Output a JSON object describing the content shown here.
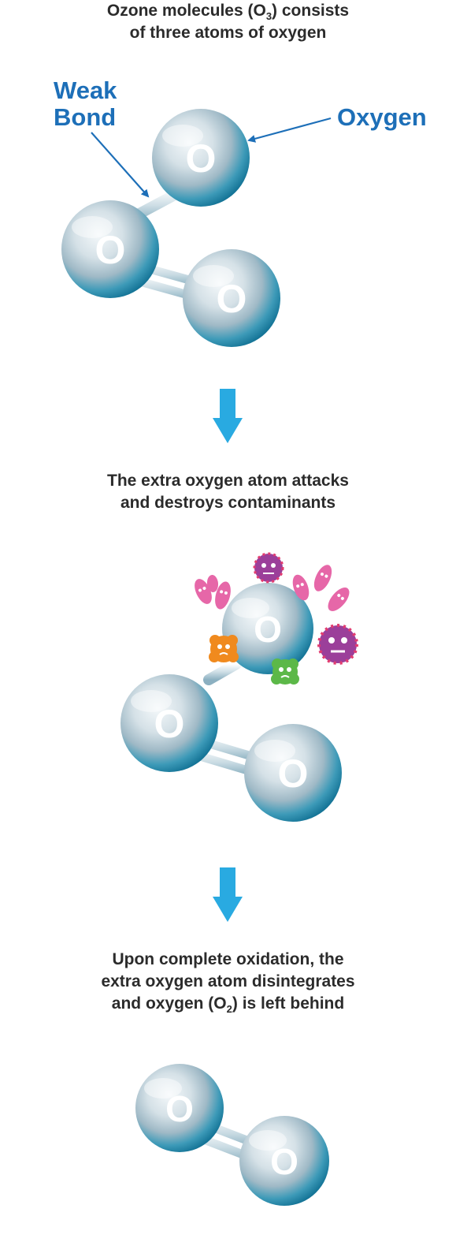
{
  "step1": {
    "caption_line1_pre": "Ozone molecules (O",
    "caption_line1_sub": "3",
    "caption_line1_post": ") consists",
    "caption_line2": "of three atoms of oxygen",
    "label_weak_line1": "Weak",
    "label_weak_line2": "Bond",
    "label_oxygen": "Oxygen"
  },
  "step2": {
    "caption_line1": "The extra oxygen atom attacks",
    "caption_line2": "and destroys contaminants"
  },
  "step3": {
    "caption_line1": "Upon complete oxidation, the",
    "caption_line2": "extra oxygen atom disintegrates",
    "caption_line3_pre": "and oxygen (O",
    "caption_line3_sub": "2",
    "caption_line3_post": ") is left behind"
  },
  "atom_letter": "O",
  "colors": {
    "label_blue": "#1d6fb8",
    "arrow_cyan": "#29aae1",
    "atom_teal": "#1d8fae",
    "text_dark": "#2b2b2b",
    "germ_pink": "#e667a8",
    "germ_purple": "#9b3f9a",
    "germ_orange": "#f08a1e",
    "germ_green": "#5cb848"
  }
}
